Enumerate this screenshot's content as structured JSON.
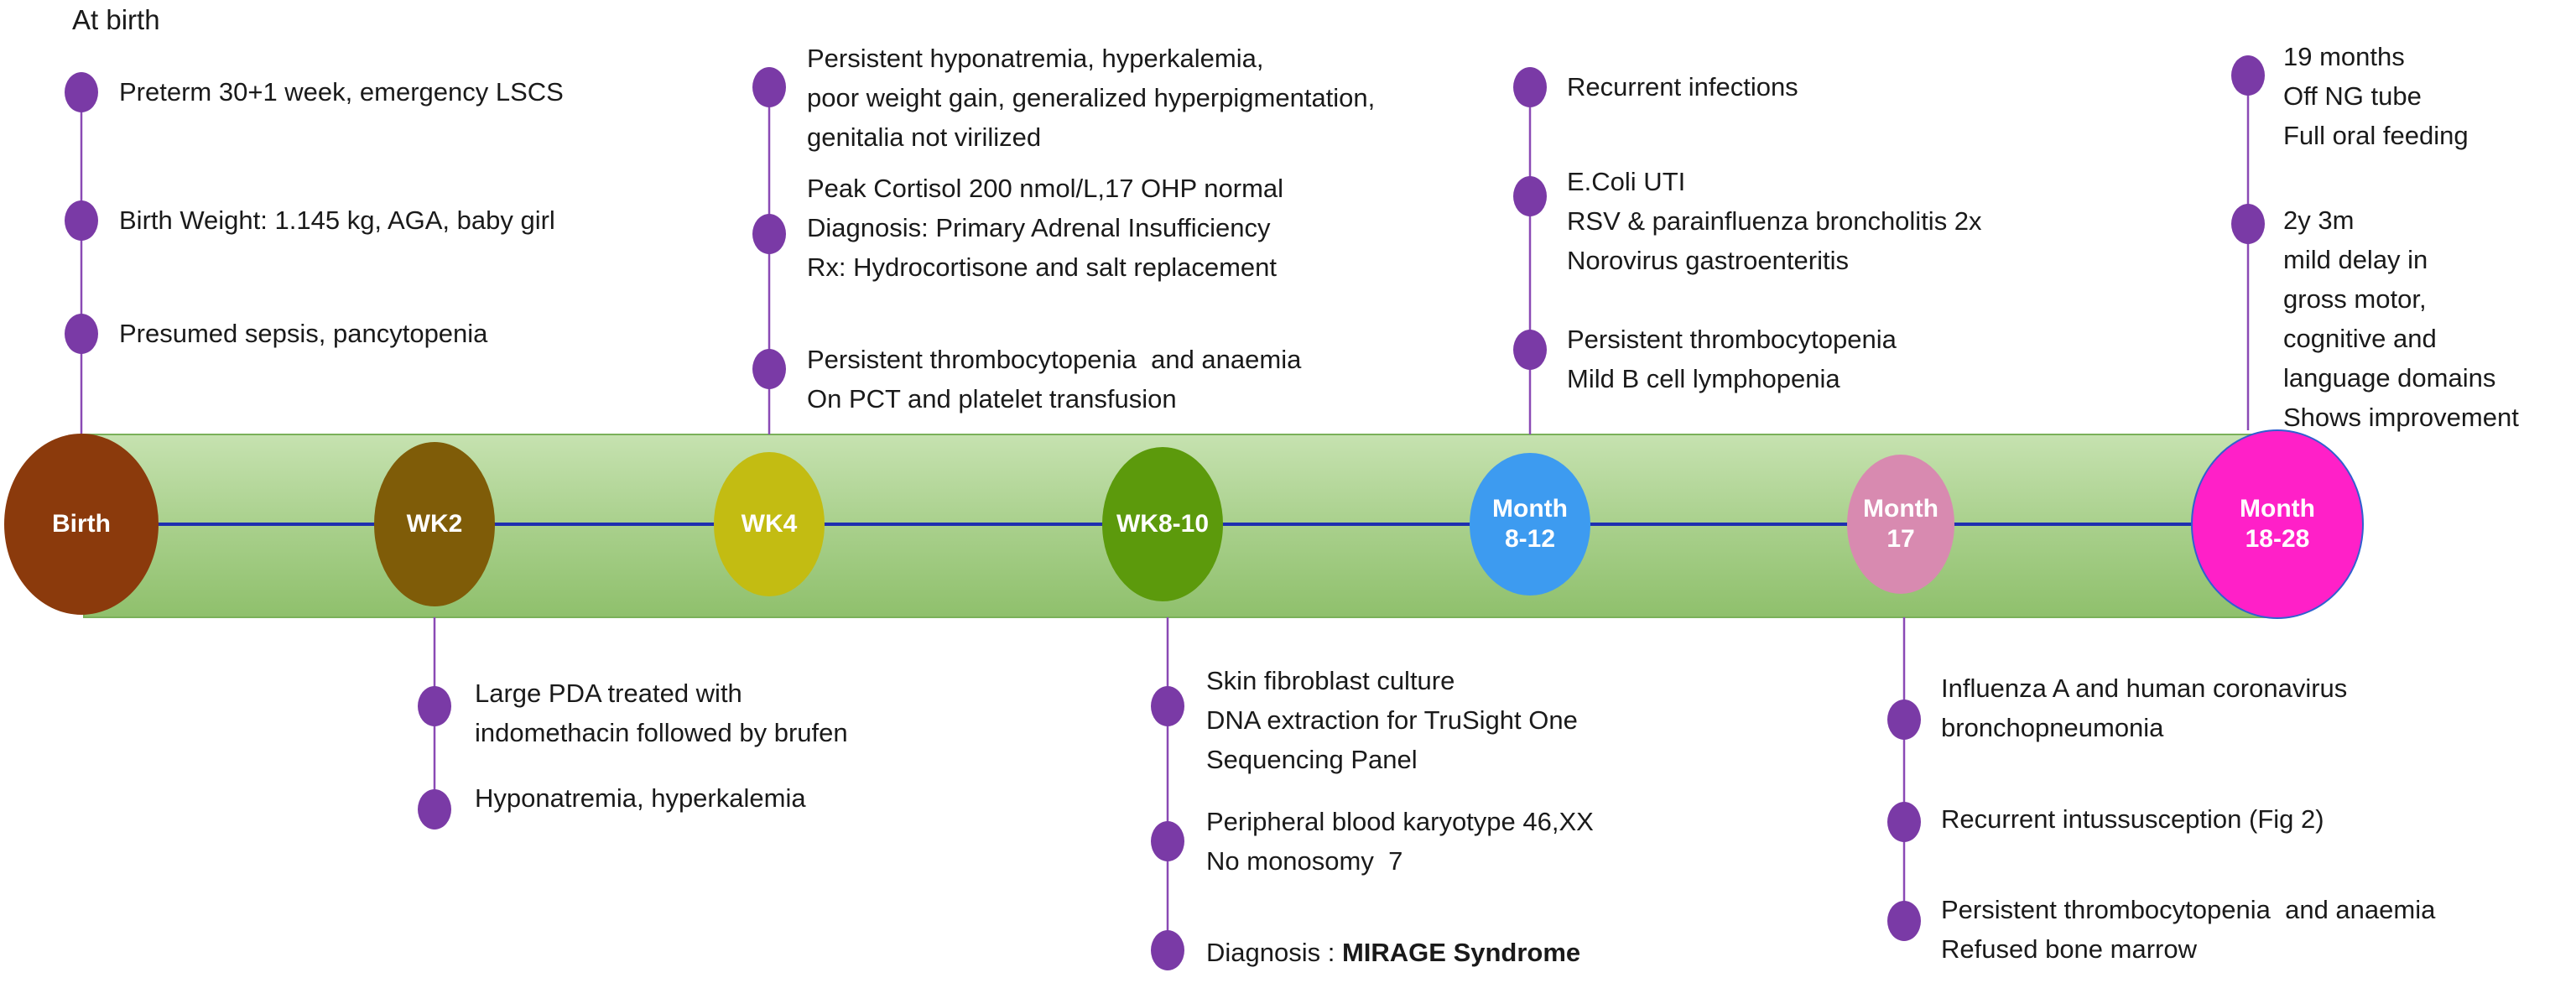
{
  "heading": "At birth",
  "colors": {
    "band_fill": "#add38f",
    "band_stroke": "#7ab15a",
    "axis_line": "#1f2fb0",
    "bullet": "#7a3aa6",
    "connector": "#8a4ab5"
  },
  "nodes": [
    {
      "label": "Birth",
      "color": "#8b3a0c"
    },
    {
      "label": "WK2",
      "color": "#7f5c08"
    },
    {
      "label": "WK4",
      "color": "#c3bc12"
    },
    {
      "label": "WK8-10",
      "color": "#5c9a0c"
    },
    {
      "label": "Month\n8-12",
      "color": "#3d9bf0"
    },
    {
      "label": "Month\n17",
      "color": "#d88ab0"
    },
    {
      "label": "Month\n18-28",
      "color": "#ff20c8"
    }
  ],
  "events_above": [
    {
      "node": "Birth",
      "items": [
        "Preterm 30+1 week, emergency LSCS",
        "Birth Weight: 1.145 kg, AGA, baby girl",
        "Presumed sepsis, pancytopenia"
      ]
    },
    {
      "node": "WK4",
      "items": [
        "Persistent hyponatremia, hyperkalemia,\npoor weight gain, generalized hyperpigmentation,\ngenitalia not virilized",
        "Peak Cortisol 200 nmol/L,17 OHP normal\nDiagnosis: Primary Adrenal Insufficiency\nRx: Hydrocortisone and salt replacement",
        "Persistent thrombocytopenia  and anaemia\nOn PCT and platelet transfusion"
      ]
    },
    {
      "node": "Month 8-12",
      "items": [
        "Recurrent infections",
        "E.Coli UTI\nRSV & parainfluenza broncholitis 2x\nNorovirus gastroenteritis",
        "Persistent thrombocytopenia\nMild B cell lymphopenia"
      ]
    },
    {
      "node": "Month 18-28",
      "items": [
        "19 months\nOff NG tube\nFull oral feeding",
        "2y 3m\nmild delay in\ngross motor,\ncognitive and\nlanguage domains\nShows improvement"
      ]
    }
  ],
  "events_below": [
    {
      "node": "WK2",
      "items": [
        "Large PDA treated with\nindomethacin followed by brufen",
        "Hyponatremia, hyperkalemia"
      ]
    },
    {
      "node": "WK8-10",
      "items": [
        "Skin fibroblast culture\nDNA extraction for TruSight One\nSequencing Panel",
        "Peripheral blood karyotype 46,XX\nNo monosomy  7",
        "Diagnosis : "
      ],
      "final_bold": "MIRAGE Syndrome"
    },
    {
      "node": "Month 17",
      "items": [
        "Influenza A and human coronavirus\nbronchopneumonia",
        "Recurrent intussusception (Fig 2)",
        "Persistent thrombocytopenia  and anaemia\nRefused bone marrow"
      ]
    }
  ]
}
